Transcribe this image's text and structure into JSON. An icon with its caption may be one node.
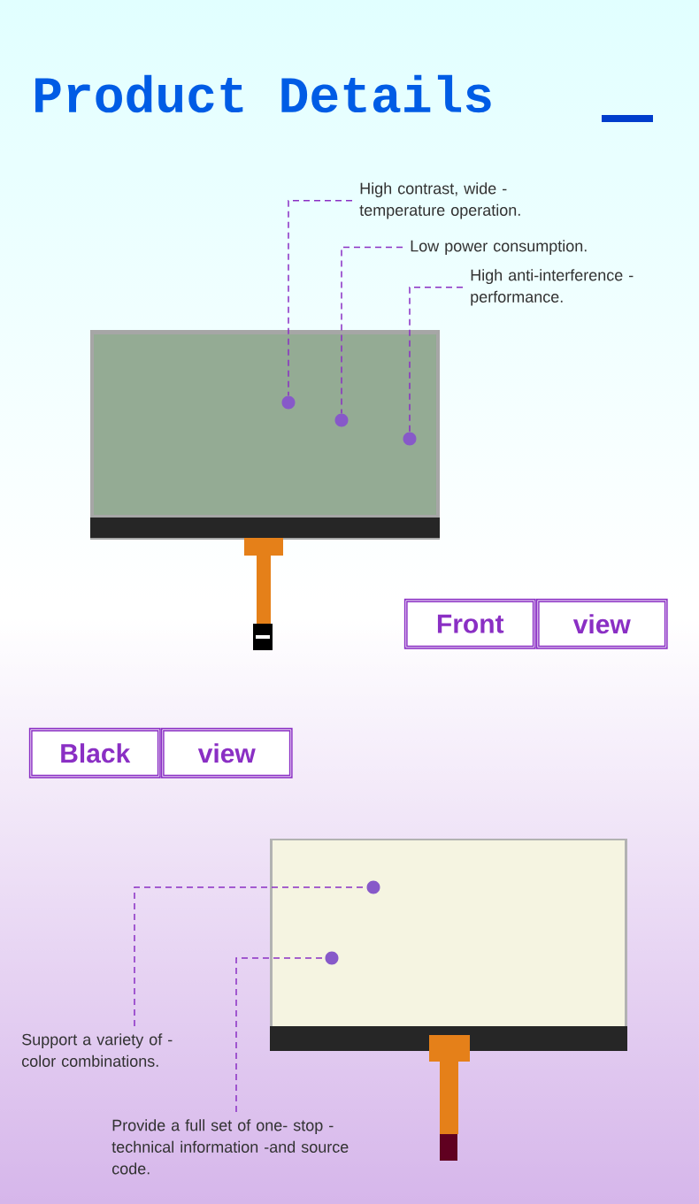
{
  "diagram": {
    "title": "Product Details",
    "nodes": [
      {
        "text": [
          "High contrast, wide -temperature operation."
        ]
      },
      {
        "text": [
          "Low power consumption."
        ]
      },
      {
        "text": [
          "High anti-interference -performance."
        ]
      },
      {
        "text": [],
        "shape": "circle"
      },
      {
        "text": [],
        "shape": "circle"
      },
      {
        "text": [],
        "shape": "circle"
      },
      {
        "text": [
          "Front"
        ]
      },
      {
        "text": [
          "view"
        ]
      },
      {
        "text": [
          "Black"
        ]
      },
      {
        "text": [
          "view"
        ]
      },
      {
        "text": [],
        "shape": "circle"
      },
      {
        "text": [],
        "shape": "circle"
      },
      {
        "text": [
          "Support a variety of -color combinations."
        ]
      },
      {
        "text": [
          "Provide a full set of one- stop -technical information -and source code."
        ]
      }
    ],
    "edges": [
      {
        "from": 0,
        "to": 3,
        "arrow": "none",
        "style": "dashed"
      },
      {
        "from": 1,
        "to": 4,
        "arrow": "none",
        "style": "dashed"
      },
      {
        "from": 2,
        "to": 5,
        "arrow": "none",
        "style": "dashed"
      },
      {
        "from": 12,
        "to": 10,
        "arrow": "none",
        "style": "dashed"
      },
      {
        "from": 13,
        "to": 11,
        "arrow": "none",
        "style": "dashed"
      }
    ]
  }
}
